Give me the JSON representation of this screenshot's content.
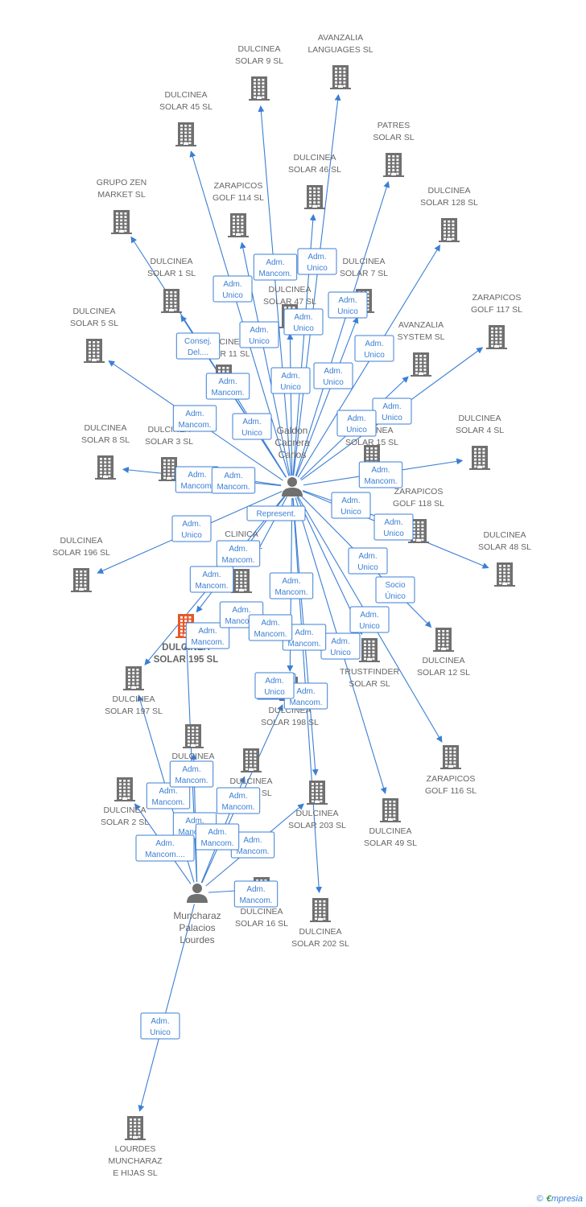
{
  "colors": {
    "edge": "#3b7fd4",
    "building": "#707070",
    "focus": "#e8572a",
    "person": "#707070"
  },
  "persons": [
    {
      "id": "galdon",
      "lines": [
        "Galdon",
        "Cabrera",
        "Carlos"
      ]
    },
    {
      "id": "muncharaz",
      "lines": [
        "Muncharaz",
        "Palacios",
        "Lourdes"
      ]
    }
  ],
  "companies": [
    {
      "id": "avanzalia_lang",
      "lines": [
        "AVANZALIA",
        "LANGUAGES SL"
      ]
    },
    {
      "id": "solar9",
      "lines": [
        "DULCINEA",
        "SOLAR 9 SL"
      ]
    },
    {
      "id": "solar45",
      "lines": [
        "DULCINEA",
        "SOLAR 45 SL"
      ]
    },
    {
      "id": "patres",
      "lines": [
        "PATRES",
        "SOLAR SL"
      ]
    },
    {
      "id": "solar46",
      "lines": [
        "DULCINEA",
        "SOLAR 46 SL"
      ]
    },
    {
      "id": "grupozen",
      "lines": [
        "GRUPO ZEN",
        "MARKET  SL"
      ]
    },
    {
      "id": "golf114",
      "lines": [
        "ZARAPICOS",
        "GOLF 114 SL"
      ]
    },
    {
      "id": "solar128",
      "lines": [
        "DULCINEA",
        "SOLAR 128 SL"
      ]
    },
    {
      "id": "solar1",
      "lines": [
        "DULCINEA",
        "SOLAR 1 SL"
      ]
    },
    {
      "id": "solar47",
      "lines": [
        "DULCINEA",
        "SOLAR 47 SL"
      ]
    },
    {
      "id": "solar7",
      "lines": [
        "DULCINEA",
        "SOLAR 7 SL"
      ]
    },
    {
      "id": "golf117",
      "lines": [
        "ZARAPICOS",
        "GOLF 117 SL"
      ]
    },
    {
      "id": "solar5",
      "lines": [
        "DULCINEA",
        "SOLAR 5 SL"
      ]
    },
    {
      "id": "solar11",
      "lines": [
        "DULCINEA",
        "SOLAR 11 SL"
      ]
    },
    {
      "id": "avanzalia_sys",
      "lines": [
        "AVANZALIA",
        "SYSTEM SL"
      ]
    },
    {
      "id": "solar15",
      "lines": [
        "DULCINEA",
        "SOLAR 15 SL"
      ]
    },
    {
      "id": "solar4",
      "lines": [
        "DULCINEA",
        "SOLAR 4 SL"
      ]
    },
    {
      "id": "solar8",
      "lines": [
        "DULCINEA",
        "SOLAR 8 SL"
      ]
    },
    {
      "id": "solar3",
      "lines": [
        "DULCINEA",
        "SOLAR 3 SL"
      ]
    },
    {
      "id": "golf118",
      "lines": [
        "ZARAPICOS",
        "GOLF 118 SL"
      ]
    },
    {
      "id": "solar48",
      "lines": [
        "DULCINEA",
        "SOLAR 48 SL"
      ]
    },
    {
      "id": "solar196",
      "lines": [
        "DULCINEA",
        "SOLAR 196 SL"
      ]
    },
    {
      "id": "clinica",
      "lines": [
        "CLINICA",
        "INTEGRAL",
        "SL"
      ]
    },
    {
      "id": "solar195",
      "lines": [
        "DULCINEA",
        "SOLAR 195 SL"
      ],
      "focus": true
    },
    {
      "id": "solar12",
      "lines": [
        "DULCINEA",
        "SOLAR 12 SL"
      ]
    },
    {
      "id": "trustfinder",
      "lines": [
        "TRUSTFINDER",
        "SOLAR SL"
      ]
    },
    {
      "id": "solar197",
      "lines": [
        "DULCINEA",
        "SOLAR 197 SL"
      ]
    },
    {
      "id": "solar198",
      "lines": [
        "DULCINEA",
        "SOLAR 198 SL"
      ]
    },
    {
      "id": "golf116",
      "lines": [
        "ZARAPICOS",
        "GOLF 116 SL"
      ]
    },
    {
      "id": "solar_a",
      "lines": [
        "DULCINEA",
        "SOLAR SL"
      ]
    },
    {
      "id": "solar2",
      "lines": [
        "DULCINEA",
        "SOLAR 2 SL"
      ]
    },
    {
      "id": "solar_b",
      "lines": [
        "DULCINEA",
        "SOLAR SL"
      ]
    },
    {
      "id": "solar203",
      "lines": [
        "DULCINEA",
        "SOLAR 203 SL"
      ]
    },
    {
      "id": "solar49",
      "lines": [
        "DULCINEA",
        "SOLAR 49 SL"
      ]
    },
    {
      "id": "solar16",
      "lines": [
        "DULCINEA",
        "SOLAR 16 SL"
      ]
    },
    {
      "id": "solar202",
      "lines": [
        "DULCINEA",
        "SOLAR 202 SL"
      ]
    },
    {
      "id": "lourdes",
      "lines": [
        "LOURDES",
        "MUNCHARAZ",
        "E HIJAS SL"
      ]
    }
  ],
  "relations": [
    {
      "from": "galdon",
      "to": "solar9",
      "role": [
        "Adm.",
        "Mancom."
      ]
    },
    {
      "from": "galdon",
      "to": "avanzalia_lang",
      "role": [
        "Adm.",
        "Unico"
      ]
    },
    {
      "from": "galdon",
      "to": "solar45",
      "role": [
        "Adm.",
        "Unico"
      ]
    },
    {
      "from": "galdon",
      "to": "patres",
      "role": [
        "Adm.",
        "Unico"
      ]
    },
    {
      "from": "galdon",
      "to": "solar46",
      "role": [
        "Adm.",
        "Unico"
      ]
    },
    {
      "from": "galdon",
      "to": "grupozen",
      "role": [
        "Adm.",
        "Mancom."
      ]
    },
    {
      "from": "galdon",
      "to": "golf114",
      "role": [
        "Adm.",
        "Unico"
      ]
    },
    {
      "from": "galdon",
      "to": "solar128",
      "role": [
        "Adm.",
        "Unico"
      ]
    },
    {
      "from": "galdon",
      "to": "solar1",
      "role": [
        "Consej.",
        "Del...."
      ]
    },
    {
      "from": "galdon",
      "to": "solar47",
      "role": [
        "Adm.",
        "Unico"
      ]
    },
    {
      "from": "galdon",
      "to": "solar7",
      "role": [
        "Adm.",
        "Unico"
      ]
    },
    {
      "from": "galdon",
      "to": "golf117",
      "role": [
        "Adm.",
        "Unico"
      ]
    },
    {
      "from": "galdon",
      "to": "solar5",
      "role": [
        "Adm.",
        "Mancom."
      ]
    },
    {
      "from": "galdon",
      "to": "solar11",
      "role": [
        "Adm.",
        "Unico"
      ]
    },
    {
      "from": "galdon",
      "to": "avanzalia_sys",
      "role": [
        "Adm.",
        "Unico"
      ]
    },
    {
      "from": "galdon",
      "to": "solar4",
      "role": [
        "Adm.",
        "Mancom."
      ]
    },
    {
      "from": "galdon",
      "to": "solar8",
      "role": [
        "Adm.",
        "Mancom."
      ]
    },
    {
      "from": "galdon",
      "to": "solar3",
      "role": [
        "Adm.",
        "Mancom."
      ]
    },
    {
      "from": "galdon",
      "to": "golf118",
      "role": [
        "Adm.",
        "Unico"
      ]
    },
    {
      "from": "galdon",
      "to": "solar48",
      "role": [
        "Adm.",
        "Unico"
      ]
    },
    {
      "from": "galdon",
      "to": "solar196",
      "role": [
        "Adm.",
        "Unico"
      ]
    },
    {
      "from": "galdon",
      "to": "clinica",
      "role": [
        "Represent."
      ]
    },
    {
      "from": "galdon",
      "to": "solar195",
      "role": [
        "Adm.",
        "Mancom."
      ]
    },
    {
      "from": "galdon",
      "to": "solar12",
      "role": [
        "Socio",
        "Único"
      ]
    },
    {
      "from": "galdon",
      "to": "trustfinder",
      "role": [
        "Adm.",
        "Unico"
      ]
    },
    {
      "from": "galdon",
      "to": "solar197",
      "role": [
        "Adm.",
        "Mancom."
      ]
    },
    {
      "from": "galdon",
      "to": "solar198",
      "role": [
        "Adm.",
        "Unico"
      ]
    },
    {
      "from": "galdon",
      "to": "golf116",
      "role": [
        "Adm.",
        "Unico"
      ]
    },
    {
      "from": "galdon",
      "to": "solar203",
      "role": [
        "Adm.",
        "Mancom."
      ]
    },
    {
      "from": "galdon",
      "to": "solar49",
      "role": [
        "Adm.",
        "Unico"
      ]
    },
    {
      "from": "galdon",
      "to": "solar202",
      "role": [
        "Adm.",
        "Mancom."
      ]
    },
    {
      "from": "muncharaz",
      "to": "solar195",
      "role": [
        "Adm.",
        "Mancom."
      ]
    },
    {
      "from": "muncharaz",
      "to": "solar197",
      "role": [
        "Adm.",
        "Mancom."
      ]
    },
    {
      "from": "muncharaz",
      "to": "solar2",
      "role": [
        "Adm.",
        "Mancom."
      ]
    },
    {
      "from": "muncharaz",
      "to": "solar_a",
      "role": [
        "Adm.",
        "Mancom."
      ]
    },
    {
      "from": "muncharaz",
      "to": "solar_b",
      "role": [
        "Adm.",
        "Mancom."
      ]
    },
    {
      "from": "muncharaz",
      "to": "solar198",
      "role": [
        "Adm.",
        "Mancom."
      ]
    },
    {
      "from": "muncharaz",
      "to": "solar203",
      "role": [
        "Adm.",
        "Mancom."
      ]
    },
    {
      "from": "muncharaz",
      "to": "solar16",
      "role": [
        "Adm.",
        "Mancom."
      ]
    },
    {
      "from": "muncharaz",
      "to": "lourdes",
      "role": [
        "Adm.",
        "Unico"
      ]
    }
  ],
  "footer": {
    "copyright": "©",
    "brand_e": "€",
    "brand_rest": "mpresia"
  }
}
